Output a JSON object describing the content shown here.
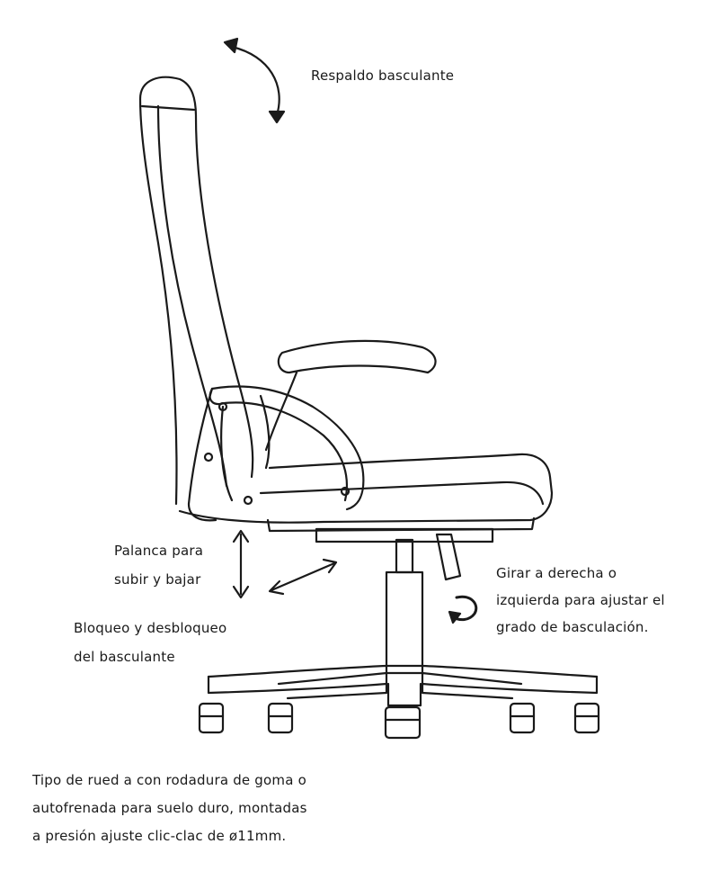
{
  "labels": {
    "backrest_tilt": "Respaldo basculante",
    "lift_lever": [
      "Palanca para",
      "subir y bajar"
    ],
    "tilt_lock": [
      "Bloqueo y desbloqueo",
      "del basculante"
    ],
    "tension_knob": [
      "Girar a derecha o",
      "izquierda para ajustar el",
      "grado de basculación."
    ],
    "wheels_note": [
      "Tipo de rued  a con rodadura de goma o",
      "autofrenada para suelo duro, montadas",
      "a presión ajuste clic-clac de ø11mm."
    ]
  },
  "colors": {
    "line": "#1a1a1a",
    "background": "#ffffff"
  }
}
